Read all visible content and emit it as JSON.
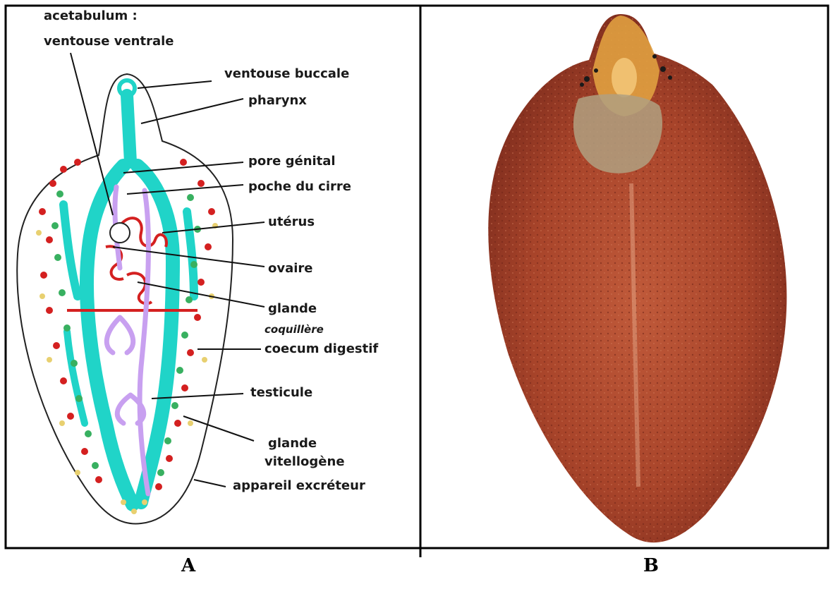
{
  "figure": {
    "panel_a": {
      "labels": {
        "acetabulum": "acetabulum :",
        "ventouse_ventrale": "ventouse ventrale",
        "ventouse_buccale": "ventouse buccale",
        "pharynx": "pharynx",
        "pore_genital": "pore génital",
        "poche_du_cirre": "poche du cirre",
        "uterus": "utérus",
        "ovaire": "ovaire",
        "glande_coquillere_1": "glande",
        "glande_coquillere_2": "coquillère",
        "coecum_digestif": "coecum digestif",
        "testicule": "testicule",
        "glande_vitellogene_1": "glande",
        "glande_vitellogene_2": "vitellogène",
        "appareil_excreteur": "appareil excréteur"
      },
      "colors": {
        "digestive": "#20d4c8",
        "vitellaria_red": "#d42020",
        "vitellaria_green": "#38b060",
        "vitellaria_yellow": "#e8d070",
        "reproductive_purple": "#c8a0f0",
        "outline": "#222222"
      }
    },
    "panel_b": {
      "colors": {
        "body": "#a8442a",
        "body_dark": "#7a2a1c",
        "head": "#e0a040",
        "cecum": "#b0a080"
      }
    },
    "captions": {
      "a": "A",
      "b": "B"
    }
  }
}
